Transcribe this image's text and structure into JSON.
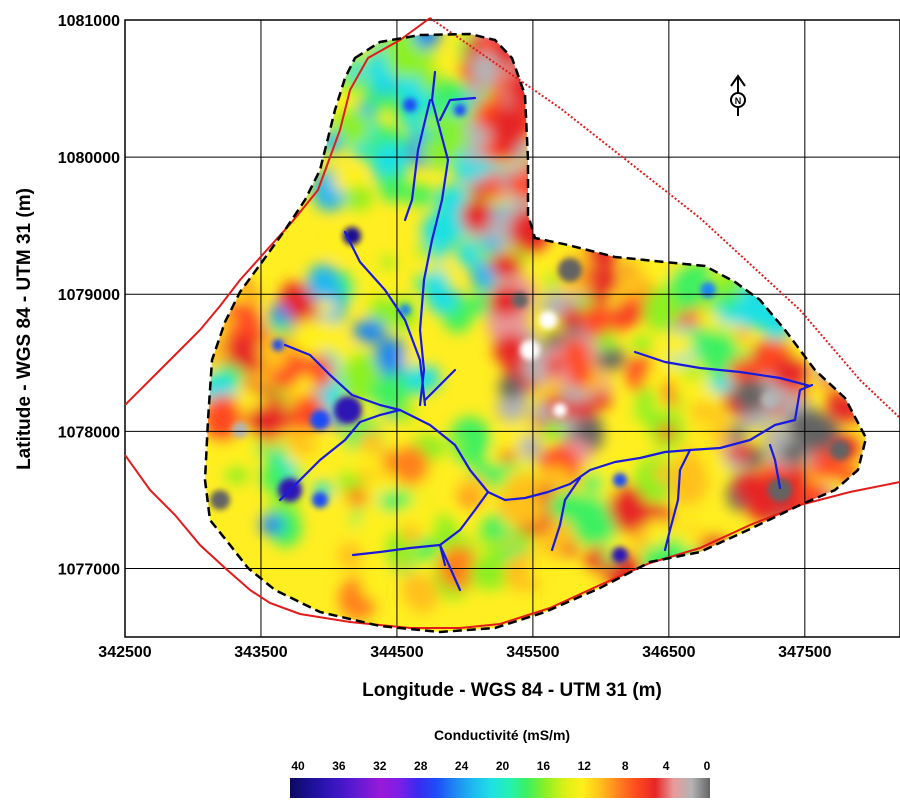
{
  "map": {
    "xaxis": {
      "label": "Longitude -  WGS 84 - UTM 31 (m)",
      "range": [
        342500,
        348200
      ],
      "ticks": [
        342500,
        343500,
        344500,
        345500,
        346500,
        347500
      ],
      "tick_labels": [
        "342500",
        "343500",
        "344500",
        "345500",
        "346500",
        "347500"
      ]
    },
    "yaxis": {
      "label": "Latitude -  WGS 84 - UTM 31 (m)",
      "range": [
        1076500,
        1081000
      ],
      "ticks": [
        1077000,
        1078000,
        1079000,
        1080000,
        1081000
      ],
      "tick_labels": [
        "1077000",
        "1078000",
        "1079000",
        "1080000",
        "1081000"
      ]
    },
    "grid": true,
    "north_arrow": {
      "icon": "north-arrow-icon",
      "letter": "N"
    },
    "colors": {
      "stream": "#1a1adc",
      "survey_boundary": "#000000",
      "watershed_boundary": "#e21b1b"
    }
  },
  "legend": {
    "title": "Conductivité (mS/m)",
    "labels": [
      "40",
      "36",
      "32",
      "28",
      "24",
      "20",
      "16",
      "12",
      "8",
      "4",
      "0"
    ],
    "colors": [
      "#0c0a5e",
      "#1a0f8f",
      "#2e14b4",
      "#4a17cc",
      "#6f1ad4",
      "#9a1ad8",
      "#7c1ee6",
      "#3a2af0",
      "#1e4cf6",
      "#1e86f2",
      "#20b8ee",
      "#1ee0e4",
      "#24f0b4",
      "#3cf060",
      "#8cf024",
      "#d8f018",
      "#fff01a",
      "#ffc01a",
      "#ff801e",
      "#ff4a20",
      "#e62626",
      "#e89a9a",
      "#b4b4b4",
      "#646464"
    ]
  }
}
